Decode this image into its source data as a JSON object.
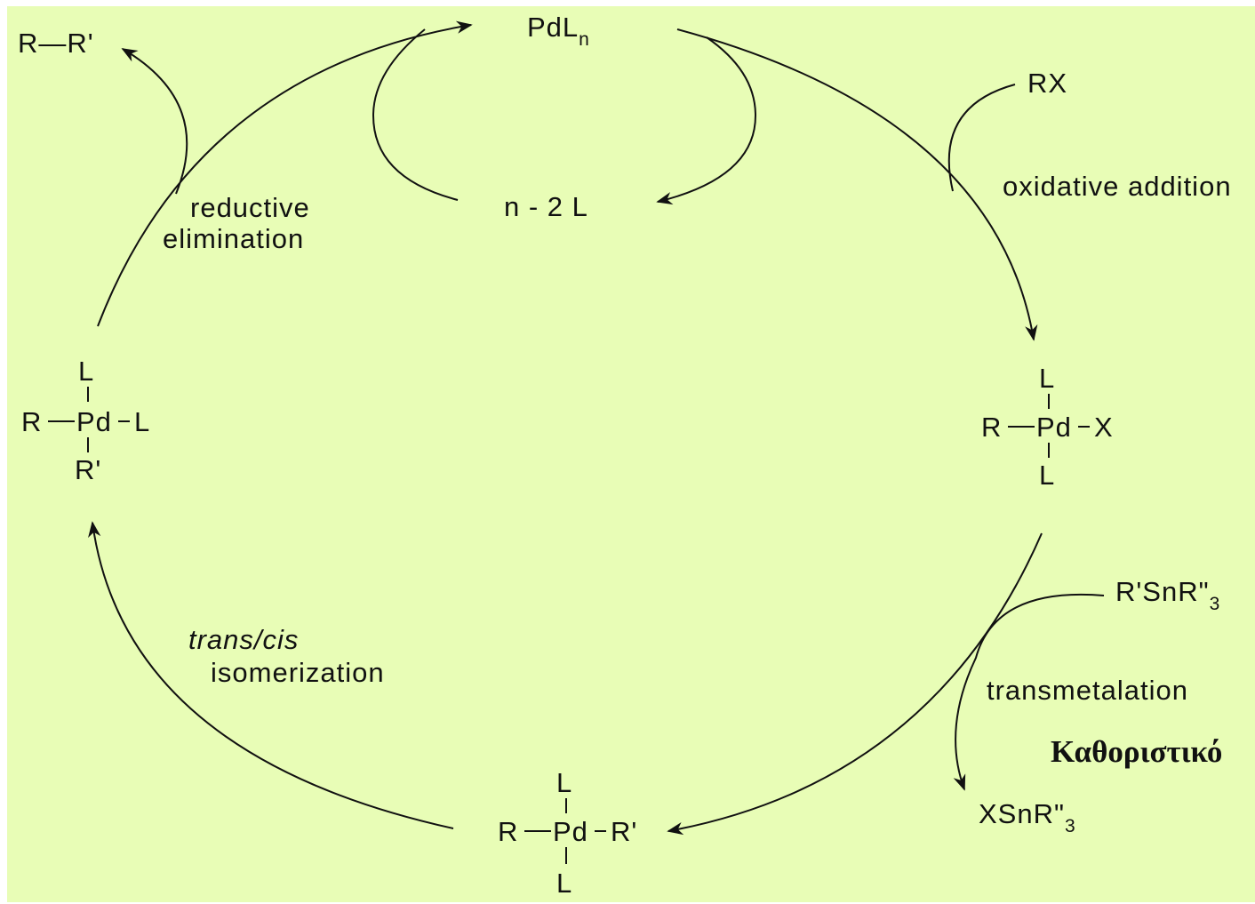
{
  "diagram": {
    "species": {
      "catalyst_main": "PdL",
      "catalyst_sub": "n",
      "ligand_loss": "n - 2 L",
      "reagent_rx": "RX",
      "product": "R—R'",
      "organostannane_main": "R'SnR\"",
      "organostannane_sub": "3",
      "tin_byproduct_main": "XSnR\"",
      "tin_byproduct_sub": "3"
    },
    "steps": {
      "oxidative_addition": "oxidative addition",
      "transmetalation": "transmetalation",
      "reductive_line1": "reductive",
      "reductive_line2": "elimination",
      "isomerization_line1": "trans/cis",
      "isomerization_line2": "isomerization"
    },
    "complex_right": {
      "left": "R",
      "center": "Pd",
      "right": "X",
      "top": "L",
      "bottom": "L"
    },
    "complex_bottom": {
      "left": "R",
      "center": "Pd",
      "right": "R'",
      "top": "L",
      "bottom": "L"
    },
    "complex_left": {
      "left": "R",
      "center": "Pd",
      "right": "L",
      "top": "L",
      "bottom": "R'"
    },
    "note": "Καθοριστικό",
    "colors": {
      "background": "#e8fdb6",
      "note": "#b80000",
      "ink": "#111111"
    }
  }
}
